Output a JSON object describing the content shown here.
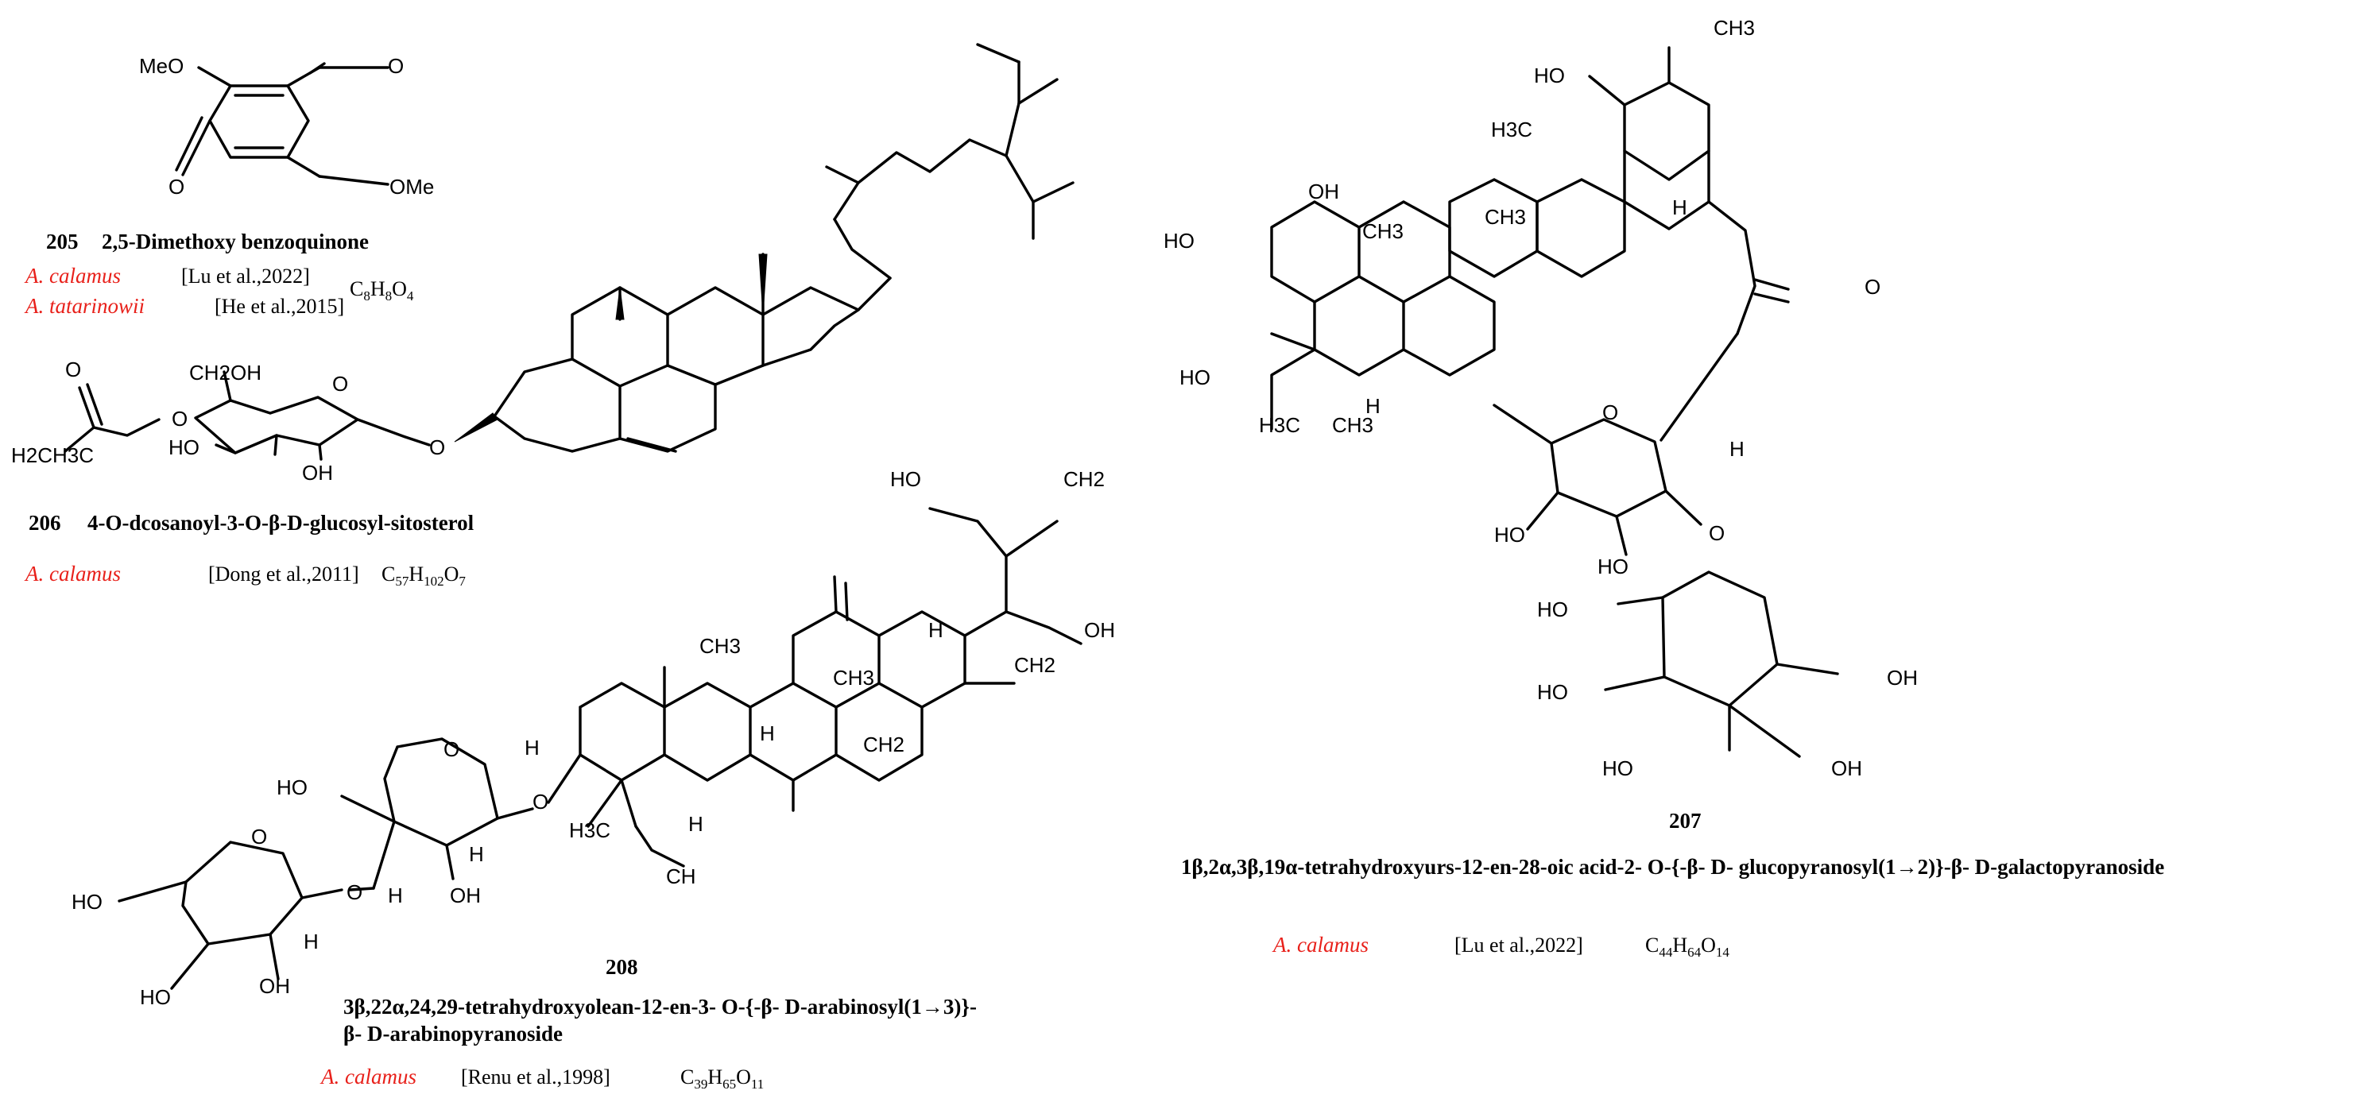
{
  "compounds": [
    {
      "number": "205",
      "name": "2,5-Dimethoxy  benzoquinone",
      "sources": [
        {
          "species": "A. calamus",
          "reference": "[Lu et al.,2022]"
        },
        {
          "species": "A. tatarinowii",
          "reference": "[He et al.,2015]"
        }
      ],
      "formula": {
        "base": [
          "C",
          "H",
          "O"
        ],
        "subs": [
          "8",
          "8",
          "4"
        ]
      },
      "atom_labels": [
        "MeO",
        "O",
        "O",
        "OMe"
      ]
    },
    {
      "number": "206",
      "name": "4-O-dcosanoyl-3-O-β-D-glucosyl-sitosterol",
      "sources": [
        {
          "species": "A. calamus",
          "reference": "[Dong et al.,2011]"
        }
      ],
      "formula": {
        "base": [
          "C",
          "H",
          "O"
        ],
        "subs": [
          "57",
          "102",
          "7"
        ]
      },
      "atom_labels": [
        "O",
        "O",
        "CH2OH",
        "O",
        "H2CH3C",
        "HO",
        "OH",
        "O",
        "OH"
      ]
    },
    {
      "number": "207",
      "name": "1β,2α,3β,19α-tetrahydroxyurs-12-en-28-oic acid-2- O-{-β- D- glucopyranosyl(1→2)}-β- D-galactopyranoside",
      "sources": [
        {
          "species": "A. calamus",
          "reference": "[Lu et al.,2022]"
        }
      ],
      "formula": {
        "base": [
          "C",
          "H",
          "O"
        ],
        "subs": [
          "44",
          "64",
          "14"
        ]
      },
      "atom_labels": [
        "CH3",
        "HO",
        "H3C",
        "OH",
        "HO",
        "CH3",
        "CH3",
        "H",
        "HO",
        "H3C",
        "CH3",
        "H",
        "O",
        "O",
        "H",
        "O",
        "HO",
        "HO",
        "HO",
        "OH",
        "HO",
        "OH",
        "HO"
      ]
    },
    {
      "number": "208",
      "name_line1": "3β,22α,24,29-tetrahydroxyolean-12-en-3- O-{-β- D-arabinosyl(1→3)}-",
      "name_line2": "β- D-arabinopyranoside",
      "sources": [
        {
          "species": "A. calamus",
          "reference": "[Renu et al.,1998]"
        }
      ],
      "formula": {
        "base": [
          "C",
          "H",
          "O"
        ],
        "subs": [
          "39",
          "65",
          "11"
        ]
      },
      "atom_labels": [
        "HO",
        "CH2",
        "OH",
        "CH3",
        "H",
        "CH3",
        "H",
        "CH2",
        "CH2",
        "H",
        "O",
        "HO",
        "O",
        "H3C",
        "H",
        "H",
        "CH",
        "O",
        "O",
        "HO",
        "H",
        "OH",
        "H",
        "HO",
        "OH"
      ]
    }
  ]
}
